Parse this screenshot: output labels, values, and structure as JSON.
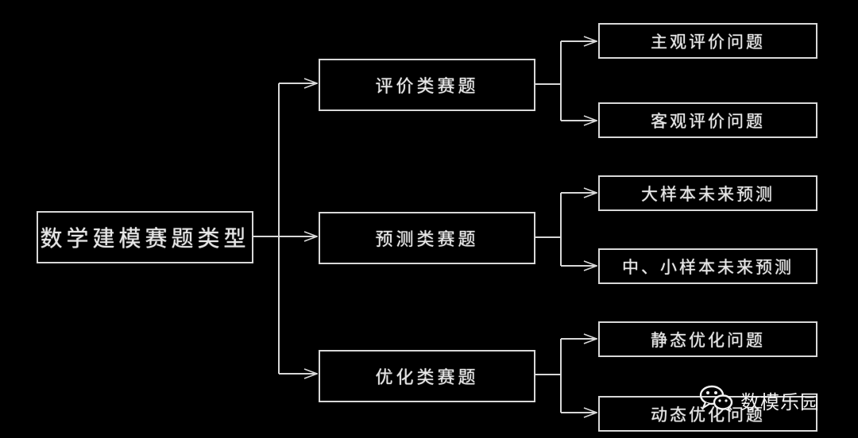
{
  "diagram": {
    "root": "数学建模赛题类型",
    "categories": [
      {
        "label": "评价类赛题",
        "children": [
          "主观评价问题",
          "客观评价问题"
        ]
      },
      {
        "label": "预测类赛题",
        "children": [
          "大样本未来预测",
          "中、小样本未来预测"
        ]
      },
      {
        "label": "优化类赛题",
        "children": [
          "静态优化问题",
          "动态优化问题"
        ]
      }
    ]
  },
  "watermark": {
    "text": "数模乐园",
    "icon": "wechat-icon"
  },
  "colors": {
    "background": "#000000",
    "line": "#d8d8d8",
    "text": "#e6e6e6"
  }
}
